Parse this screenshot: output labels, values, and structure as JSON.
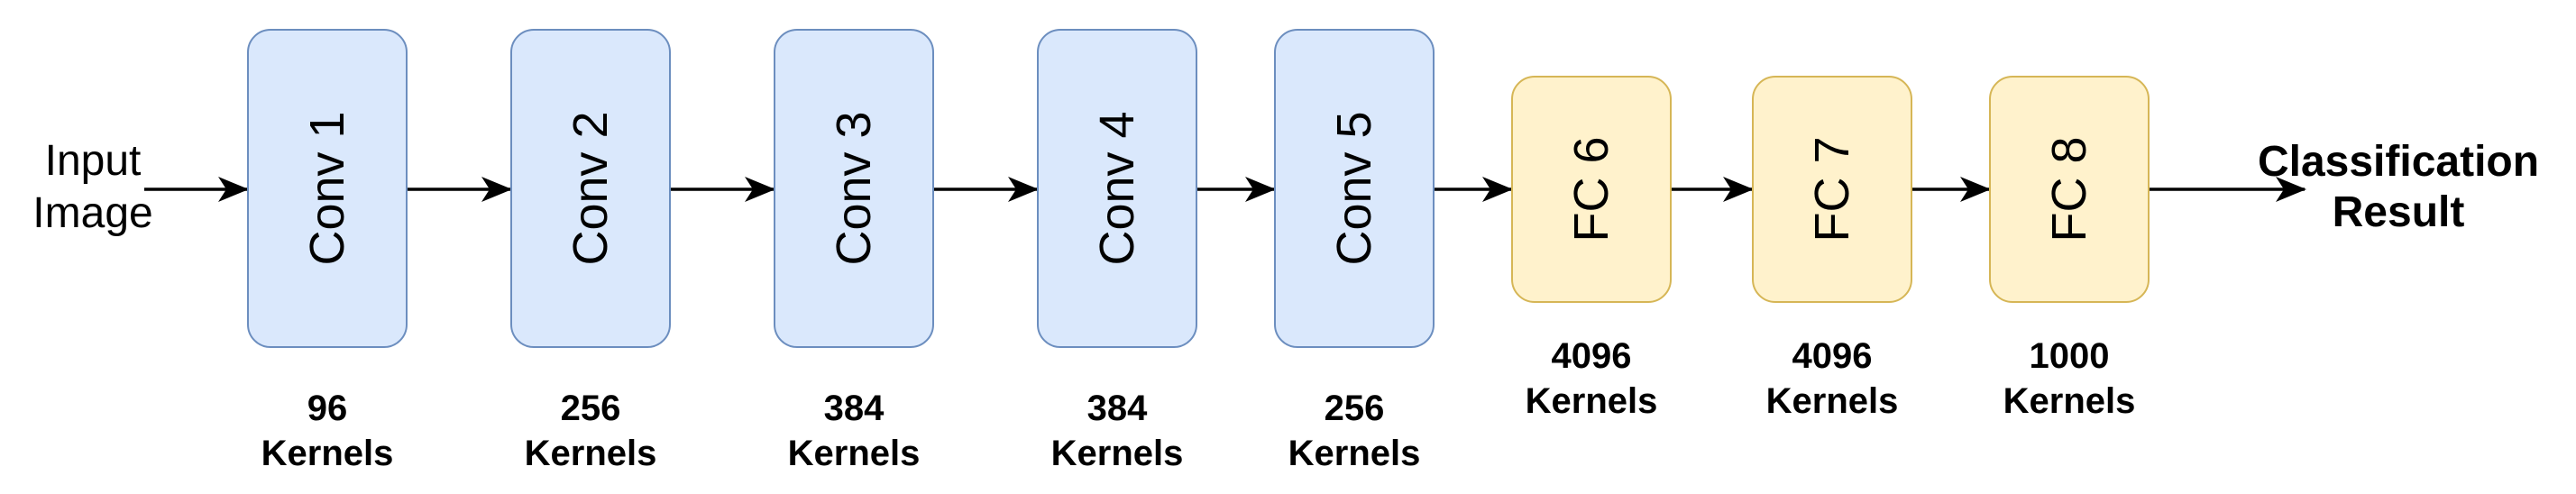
{
  "input": {
    "line1": "Input",
    "line2": "Image"
  },
  "output": {
    "line1": "Classification",
    "line2": "Result"
  },
  "layers": [
    {
      "label": "Conv 1",
      "kind": "conv",
      "count": "96",
      "unit": "Kernels"
    },
    {
      "label": "Conv 2",
      "kind": "conv",
      "count": "256",
      "unit": "Kernels"
    },
    {
      "label": "Conv 3",
      "kind": "conv",
      "count": "384",
      "unit": "Kernels"
    },
    {
      "label": "Conv 4",
      "kind": "conv",
      "count": "384",
      "unit": "Kernels"
    },
    {
      "label": "Conv 5",
      "kind": "conv",
      "count": "256",
      "unit": "Kernels"
    },
    {
      "label": "FC 6",
      "kind": "fc",
      "count": "4096",
      "unit": "Kernels"
    },
    {
      "label": "FC 7",
      "kind": "fc",
      "count": "4096",
      "unit": "Kernels"
    },
    {
      "label": "FC 8",
      "kind": "fc",
      "count": "1000",
      "unit": "Kernels"
    }
  ],
  "colors": {
    "conv_fill": "#dae8fc",
    "conv_border": "#6c8ebf",
    "fc_fill": "#fff2cc",
    "fc_border": "#d6b656",
    "arrow": "#000000"
  }
}
